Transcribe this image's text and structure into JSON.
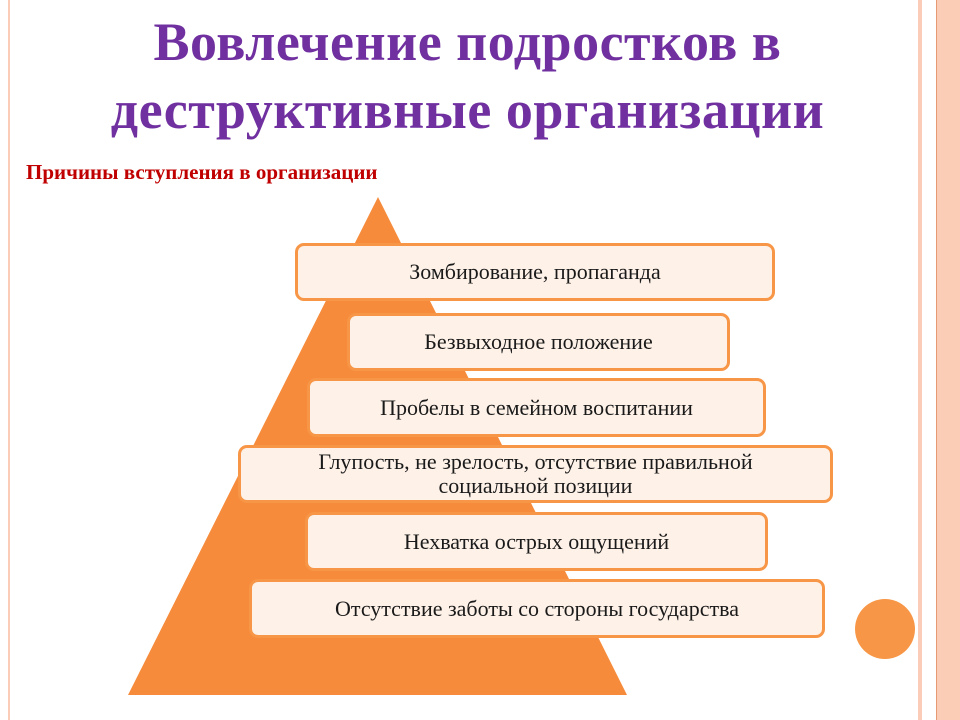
{
  "title": "Вовлечение подростков в деструктивные организации",
  "subtitle": "Причины вступления в организации",
  "pyramid": {
    "items": [
      "Зомбирование, пропаганда",
      "Безвыходное положение",
      "Пробелы в семейном воспитании",
      "Глупость, не зрелость, отсутствие правильной социальной позиции",
      "Нехватка острых ощущений",
      "Отсутствие заботы со стороны государства"
    ]
  },
  "colors": {
    "title": "#7030A0",
    "subtitle": "#C00000",
    "accent": "#F79646",
    "box_fill": "#FEF1E8",
    "stripe": "#FBCDB8"
  }
}
